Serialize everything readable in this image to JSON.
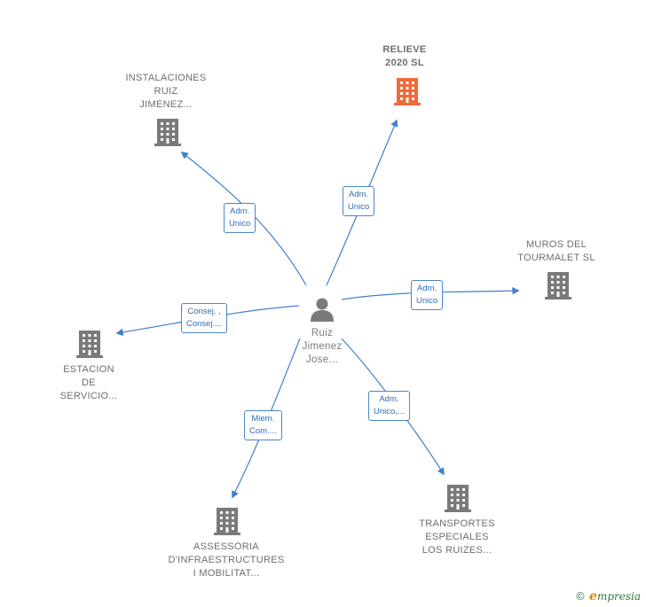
{
  "center": {
    "line1": "Ruiz",
    "line2": "Jimenez",
    "line3": "Jose..."
  },
  "nodes": {
    "relieve": {
      "line1": "RELIEVE",
      "line2": "2020  SL",
      "color": "#f06a3a"
    },
    "instalaciones": {
      "line1": "INSTALACIONES",
      "line2": "RUIZ",
      "line3": "JIMENEZ..."
    },
    "muros": {
      "line1": "MUROS DEL",
      "line2": "TOURMALET SL"
    },
    "estacion": {
      "line1": "ESTACION",
      "line2": "DE",
      "line3": "SERVICIO..."
    },
    "assessoria": {
      "line1": "ASSESSORIA",
      "line2": "D'INFRAESTRUCTURES",
      "line3": "I MOBILITAT..."
    },
    "transportes": {
      "line1": "TRANSPORTES",
      "line2": "ESPECIALES",
      "line3": "LOS RUIZES..."
    }
  },
  "edges": {
    "relieve": {
      "line1": "Adm.",
      "line2": "Unico"
    },
    "instalaciones": {
      "line1": "Adm.",
      "line2": "Unico"
    },
    "muros": {
      "line1": "Adm.",
      "line2": "Unico"
    },
    "estacion": {
      "line1": "Consej. ,",
      "line2": "Consej...."
    },
    "assessoria": {
      "line1": "Miem.",
      "line2": "Com...."
    },
    "transportes": {
      "line1": "Adm.",
      "line2": "Unico,..."
    }
  },
  "colors": {
    "edge": "#3f7fcf",
    "building": "#7a7a7a",
    "building_main": "#f06a3a"
  },
  "brand": {
    "copyright": "©",
    "e": "e",
    "rest": "mpresia"
  }
}
